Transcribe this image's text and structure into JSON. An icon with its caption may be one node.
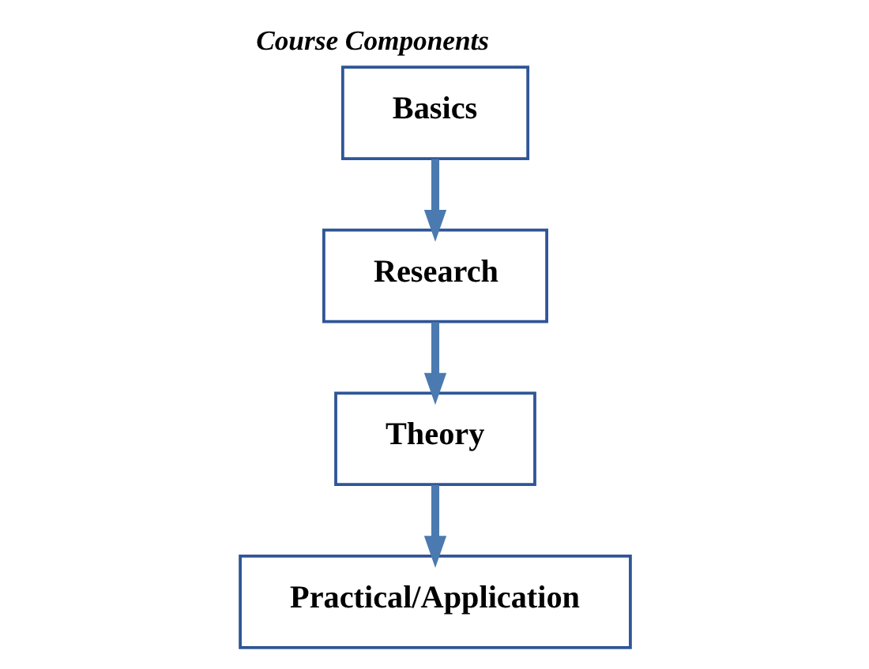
{
  "diagram": {
    "title": "Course Components",
    "nodes": [
      {
        "text": [
          "Basics"
        ]
      },
      {
        "text": [
          "Research"
        ]
      },
      {
        "text": [
          "Theory"
        ]
      },
      {
        "text": [
          "Practical/Application"
        ]
      }
    ],
    "edges": [
      {
        "from": 0,
        "to": 1,
        "arrow": "to"
      },
      {
        "from": 1,
        "to": 2,
        "arrow": "to"
      },
      {
        "from": 2,
        "to": 3,
        "arrow": "to"
      }
    ]
  }
}
